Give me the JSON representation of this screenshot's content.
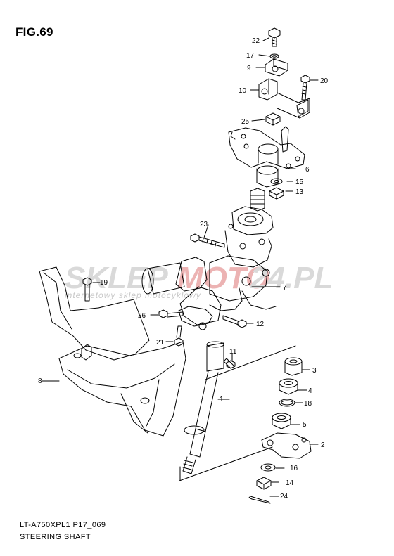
{
  "figure": {
    "title": "FIG.69",
    "code": "LT-A750XPL1 P17_069",
    "name": "STEERING SHAFT"
  },
  "watermark": {
    "brand_a": "SKLEP",
    "brand_b": "MOTO",
    "brand_c": "24.PL",
    "tagline": "internetowy sklep motocyklowy",
    "colors": {
      "gray": "#d6d6d6",
      "red": "#e8a8a8"
    }
  },
  "callouts": {
    "c22": "22",
    "c17": "17",
    "c9": "9",
    "c10": "10",
    "c20": "20",
    "c25": "25",
    "c6": "6",
    "c15": "15",
    "c13": "13",
    "c23": "23",
    "c19": "19",
    "c7": "7",
    "c26": "26",
    "c12": "12",
    "c21": "21",
    "c11": "11",
    "c8": "8",
    "c1": "1",
    "c3": "3",
    "c4": "4",
    "c18": "18",
    "c5": "5",
    "c2": "2",
    "c16": "16",
    "c14": "14",
    "c24": "24"
  }
}
